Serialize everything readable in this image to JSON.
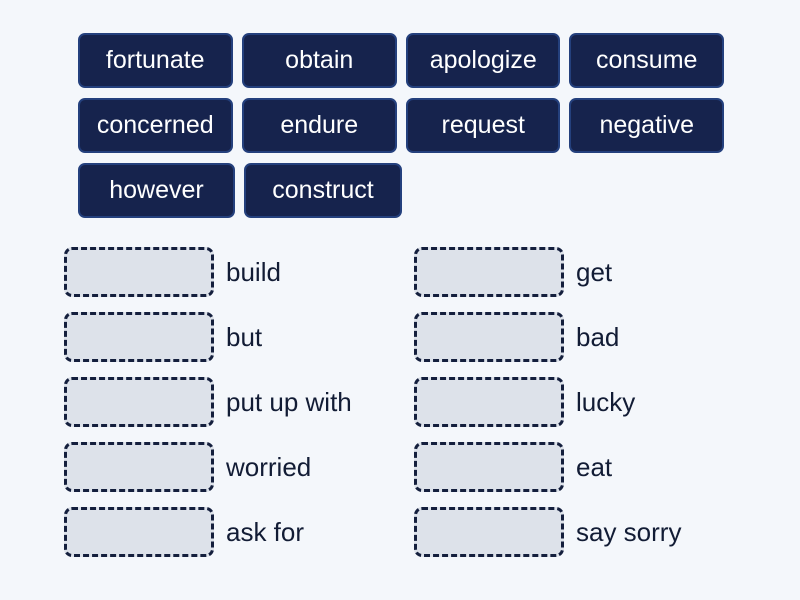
{
  "colors": {
    "page_background": "#f4f7fb",
    "tile_fill": "#16234d",
    "tile_border": "#24407d",
    "tile_text": "#ffffff",
    "dropzone_fill": "#dde2ea",
    "dropzone_border": "#141f3d",
    "label_text": "#121c35"
  },
  "word_bank": {
    "rows": [
      [
        {
          "label": "fortunate",
          "size_class": "w-fortunate"
        },
        {
          "label": "obtain",
          "size_class": "w-obtain"
        },
        {
          "label": "apologize",
          "size_class": "w-apologize"
        },
        {
          "label": "consume",
          "size_class": "w-consume"
        }
      ],
      [
        {
          "label": "concerned",
          "size_class": "w-concerned"
        },
        {
          "label": "endure",
          "size_class": "w-endure"
        },
        {
          "label": "request",
          "size_class": "w-request"
        },
        {
          "label": "negative",
          "size_class": "w-negative"
        }
      ],
      [
        {
          "label": "however",
          "size_class": "w-however"
        },
        {
          "label": "construct",
          "size_class": "w-construct"
        }
      ]
    ]
  },
  "answer_area": {
    "columns": [
      {
        "rows": [
          {
            "label": "build",
            "slot_value": ""
          },
          {
            "label": "but",
            "slot_value": ""
          },
          {
            "label": "put up with",
            "slot_value": ""
          },
          {
            "label": "worried",
            "slot_value": ""
          },
          {
            "label": "ask for",
            "slot_value": ""
          }
        ]
      },
      {
        "rows": [
          {
            "label": "get",
            "slot_value": ""
          },
          {
            "label": "bad",
            "slot_value": ""
          },
          {
            "label": "lucky",
            "slot_value": ""
          },
          {
            "label": "eat",
            "slot_value": ""
          },
          {
            "label": "say sorry",
            "slot_value": ""
          }
        ]
      }
    ]
  }
}
